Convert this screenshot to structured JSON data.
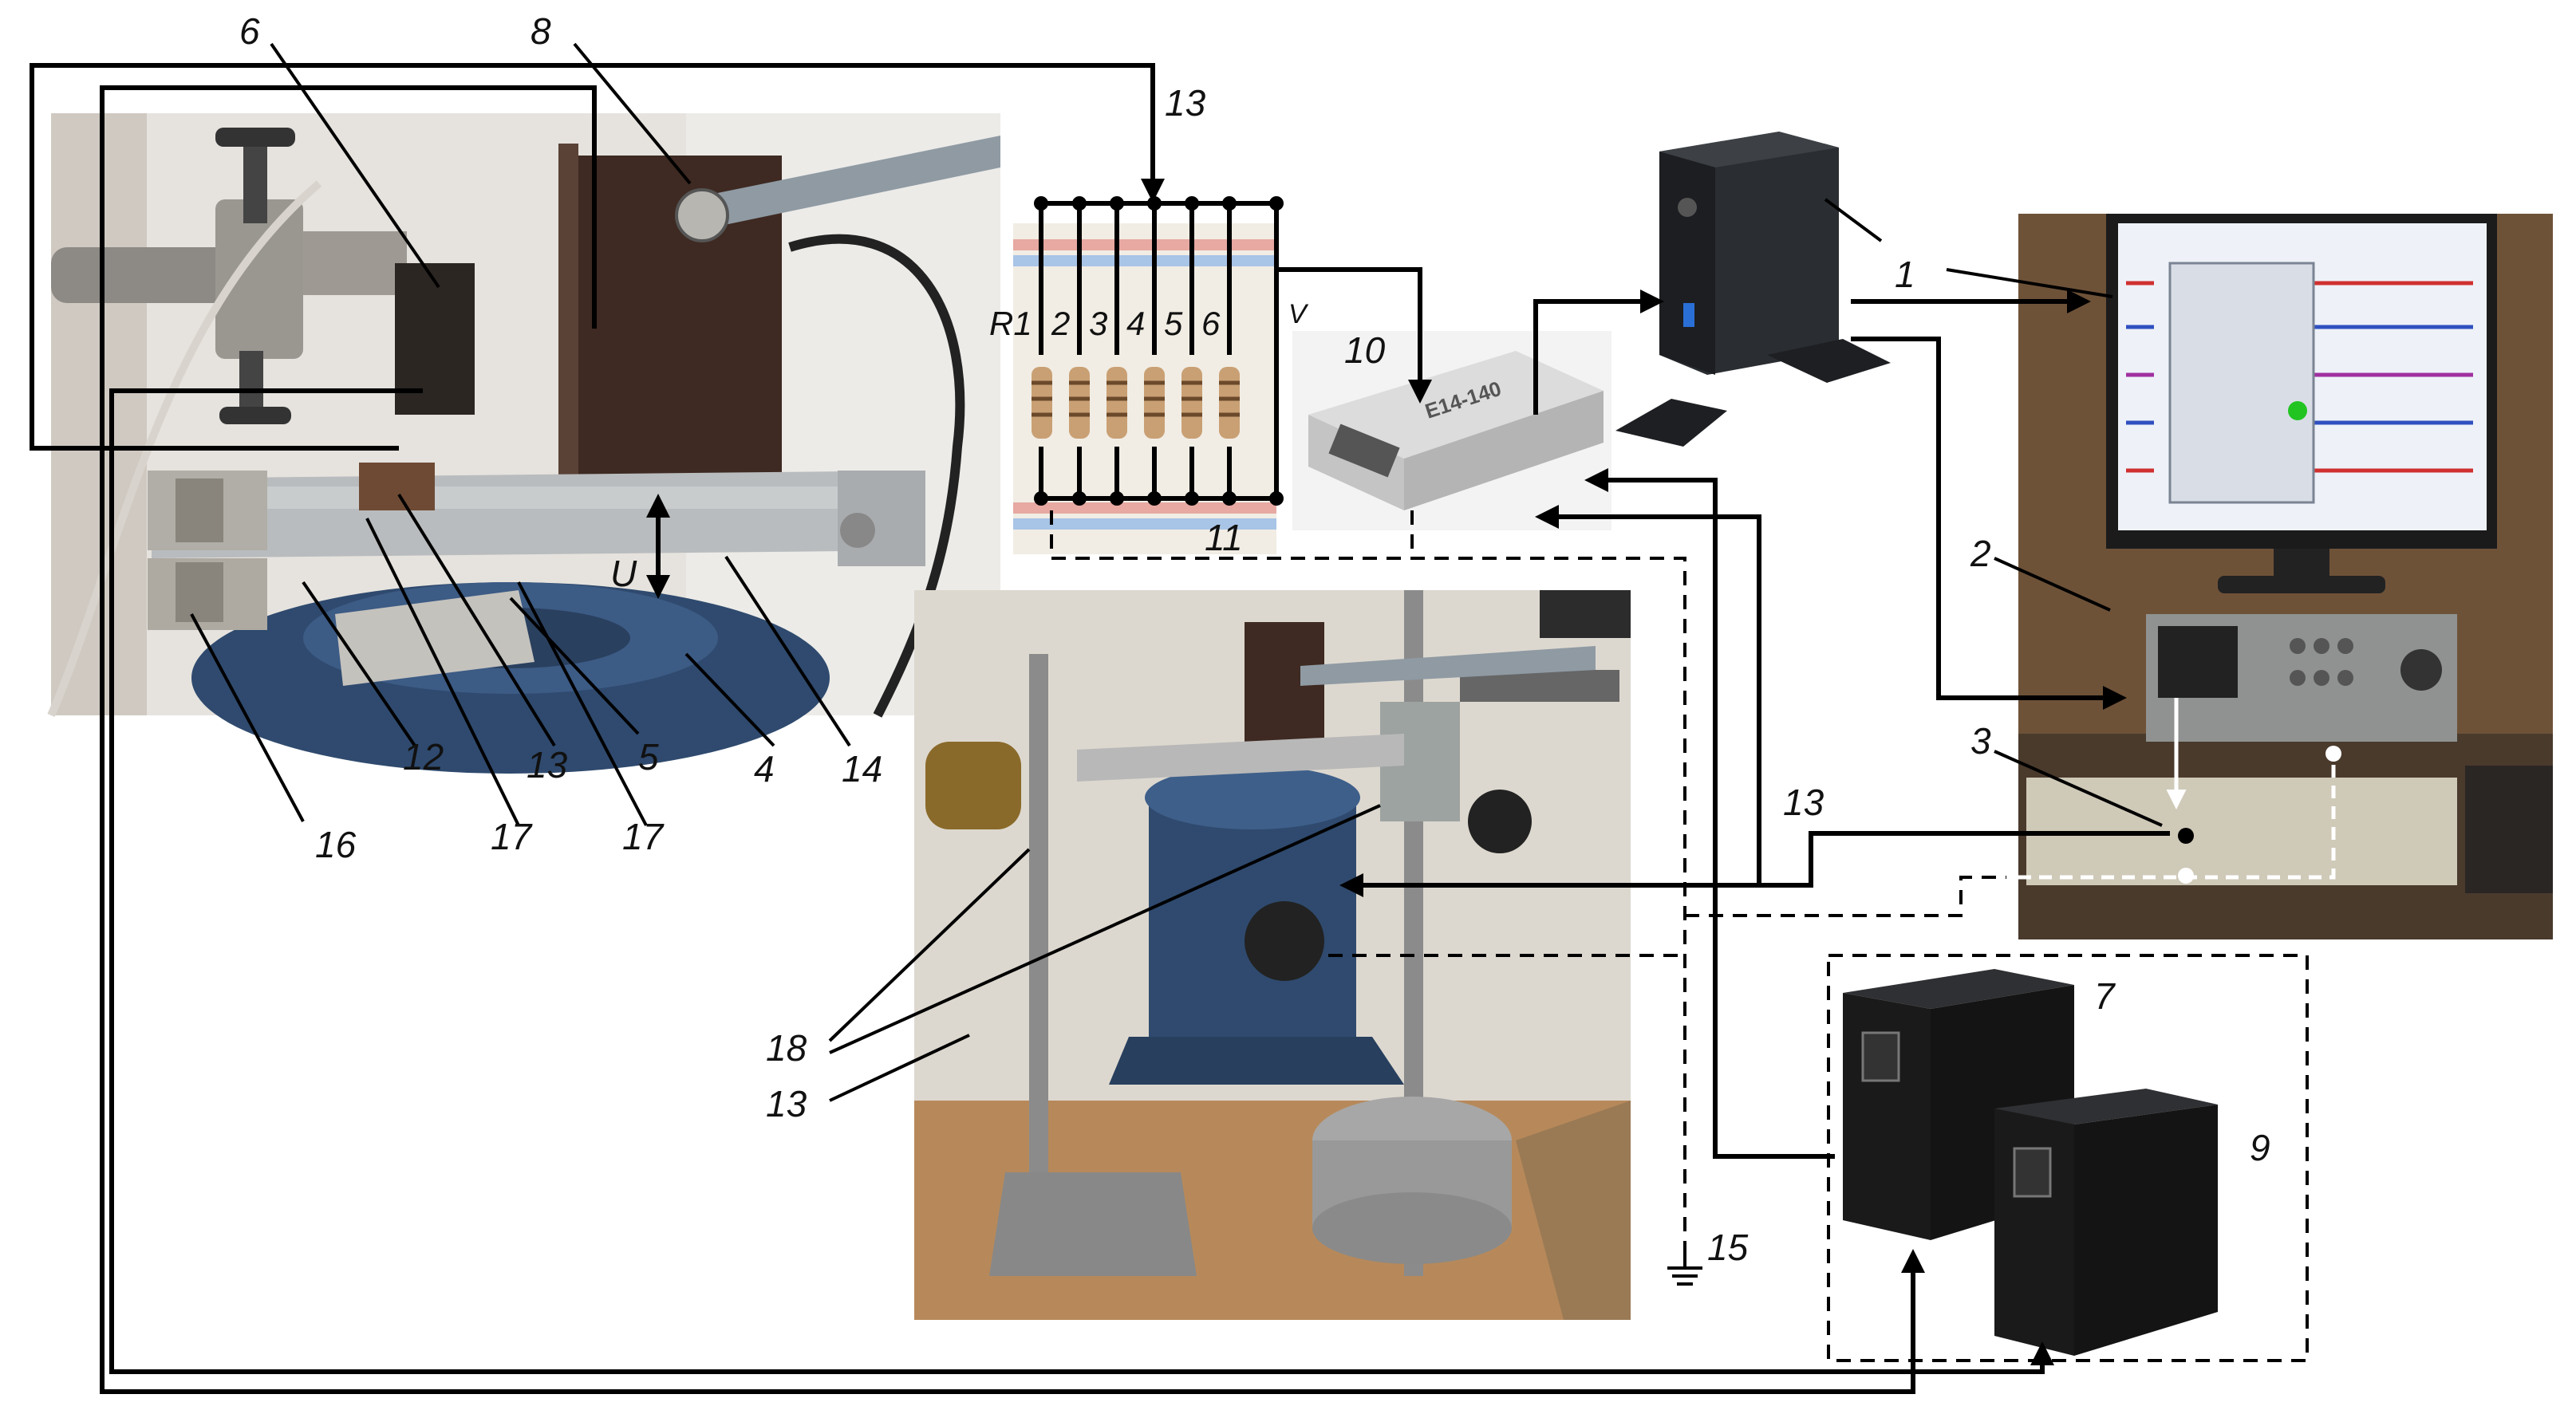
{
  "labels": {
    "n1": "1",
    "n2": "2",
    "n3": "3",
    "n4": "4",
    "n5": "5",
    "n6": "6",
    "n7": "7",
    "n8": "8",
    "n9": "9",
    "n10": "10",
    "n11": "11",
    "n12": "12",
    "n13": "13",
    "n14": "14",
    "n15": "15",
    "n16": "16",
    "n17": "17",
    "n18": "18",
    "U": "U",
    "V": "V"
  },
  "resistors": [
    "R1",
    "2",
    "3",
    "4",
    "5",
    "6"
  ],
  "adc_text": "E14-140",
  "colors": {
    "wire": "#000000",
    "monitor_screen": "#eef2f8",
    "trace_red": "#d03030",
    "trace_blue": "#3050c0",
    "trace_purple": "#a030a0",
    "indicator_green": "#22c422",
    "shaker_blue": "#2f4a6e",
    "magnet_brown": "#3e2a22",
    "psu_black": "#1a1a1a"
  }
}
